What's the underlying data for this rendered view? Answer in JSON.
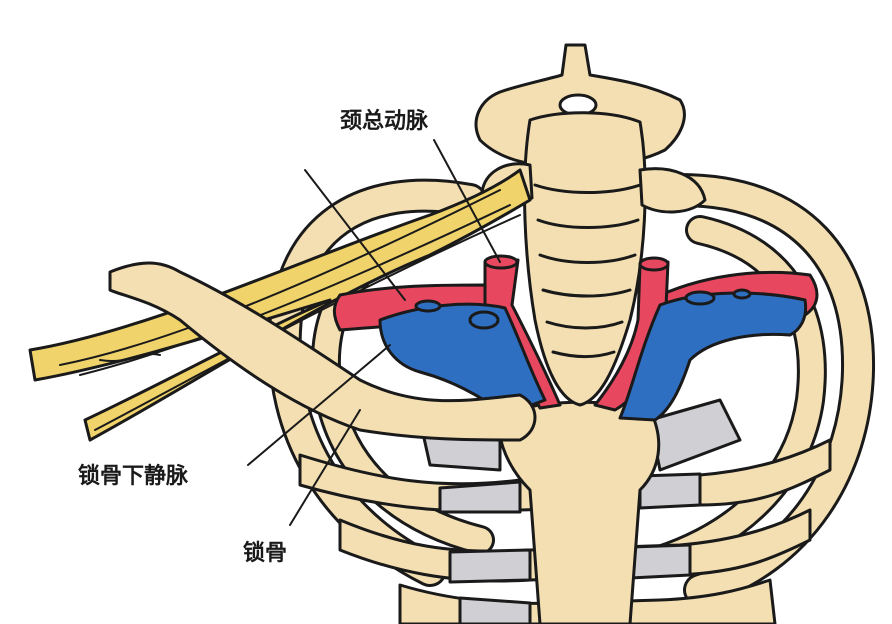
{
  "labels": {
    "common_carotid_artery": "颈总动脉",
    "subclavian_vein": "锁骨下静脉",
    "clavicle": "锁骨"
  },
  "colors": {
    "bone": "#f3dfb1",
    "cartilage": "#cfcfd4",
    "artery": "#e8485f",
    "vein": "#2f6fc2",
    "nerve": "#f0d36a",
    "outline": "#1a1a1a"
  }
}
